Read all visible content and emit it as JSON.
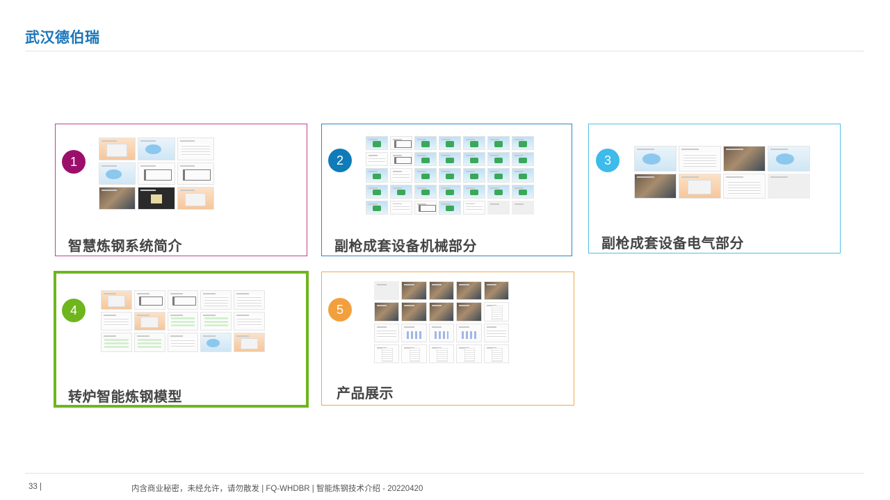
{
  "header": {
    "brand": "武汉德伯瑞"
  },
  "cards": [
    {
      "number": "1",
      "title": "智慧炼钢系统简介",
      "border_color": "#c0408c",
      "badge_color": "#9b0f6b"
    },
    {
      "number": "2",
      "title": "副枪成套设备机械部分",
      "border_color": "#2f86bf",
      "badge_color": "#0f7bb8"
    },
    {
      "number": "3",
      "title": "副枪成套设备电气部分",
      "border_color": "#4fc0e6",
      "badge_color": "#3dbbea"
    },
    {
      "number": "4",
      "title": "转炉智能炼钢模型",
      "border_color": "#6fb51e",
      "badge_color": "#6fb51e",
      "selected": true
    },
    {
      "number": "5",
      "title": "产品展示",
      "border_color": "#f0a848",
      "badge_color": "#f2a03d"
    }
  ],
  "footer": {
    "page": "33 |",
    "notice": "内含商业秘密，未经允许，请勿散发 | FQ-WHDBR | 智能炼钢技术介绍 - 20220420"
  },
  "colors": {
    "brand": "#1a75b8",
    "title_text": "#444444",
    "rule": "#e2e2e2"
  }
}
